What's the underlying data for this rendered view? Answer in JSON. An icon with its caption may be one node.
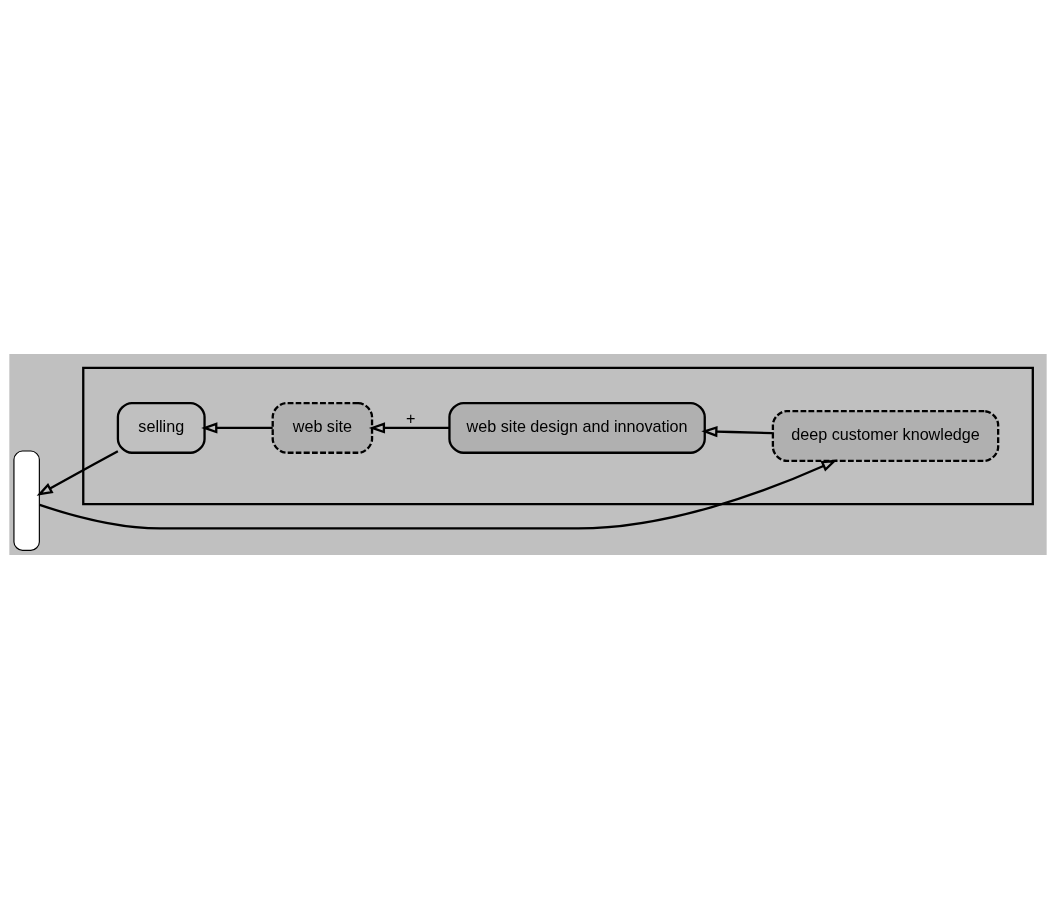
{
  "diagram": {
    "nodes": [
      {
        "text": [],
        "shape": "box"
      },
      {
        "text": [],
        "shape": "bar"
      },
      {
        "text": [
          "selling"
        ],
        "in": 0
      },
      {
        "text": [
          "web site"
        ],
        "in": 0
      },
      {
        "text": [
          "web site design and innovation"
        ],
        "in": 0
      },
      {
        "text": [
          "deep customer knowledge"
        ],
        "in": 0
      }
    ],
    "edges": [
      {
        "from": 2,
        "to": 1,
        "arrow": "to"
      },
      {
        "from": 3,
        "to": 2,
        "arrow": "to"
      },
      {
        "from": 4,
        "to": 3,
        "arrow": "to",
        "label": "+"
      },
      {
        "from": 5,
        "to": 4,
        "arrow": "to"
      },
      {
        "from": 1,
        "to": 5,
        "arrow": "to"
      }
    ]
  }
}
